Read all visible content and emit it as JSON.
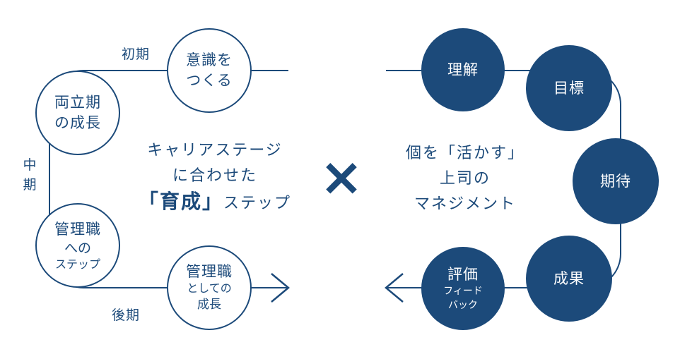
{
  "left": {
    "label_early": "初期",
    "label_mid": [
      "中",
      "期"
    ],
    "label_late": "後期",
    "circle_awareness": [
      "意識を",
      "つくる"
    ],
    "circle_balance": [
      "両立期",
      "の成長"
    ],
    "circle_toward_manager": [
      "管理職",
      "へ",
      "の",
      "ステップ"
    ],
    "circle_growth_manager": [
      "管理職",
      "としての",
      "成長"
    ]
  },
  "center_left": {
    "line1": "キャリアステージ",
    "line2": "に合わせた",
    "line3_emph": "「育成」",
    "line3_rest": "ステップ"
  },
  "cross_symbol": "×",
  "center_right": {
    "line1_pre": "個を",
    "line1_emph": "「活かす」",
    "line2": "上司の",
    "line3": "マネジメント"
  },
  "right": {
    "understanding": "理解",
    "goal": "目標",
    "expectation": "期待",
    "result": "成果",
    "evaluation": "評価",
    "feedback": [
      "フィード",
      "バック"
    ]
  },
  "colors": {
    "primary": "#1c4a7a",
    "background": "#ffffff"
  }
}
